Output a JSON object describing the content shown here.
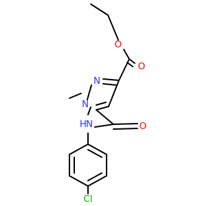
{
  "molecule": {
    "atoms": [
      {
        "id": "O_ester",
        "symbol": "O",
        "color": "#ff0000"
      },
      {
        "id": "O_carbonyl_ester",
        "symbol": "O",
        "color": "#ff0000"
      },
      {
        "id": "N2",
        "symbol": "N",
        "color": "#3333ff"
      },
      {
        "id": "N1",
        "symbol": "N",
        "color": "#3333ff"
      },
      {
        "id": "N_amide",
        "symbol": "N",
        "hydrogen": "H",
        "color": "#3333ff"
      },
      {
        "id": "O_amide",
        "symbol": "O",
        "color": "#ff0000"
      },
      {
        "id": "Cl",
        "symbol": "Cl",
        "color": "#00b300"
      }
    ]
  }
}
